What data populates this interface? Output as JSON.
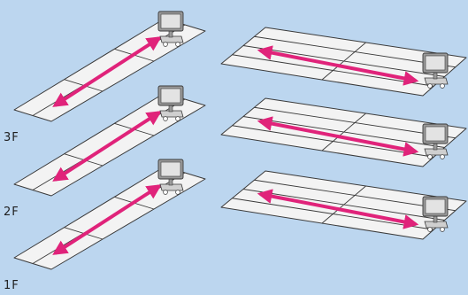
{
  "colors": {
    "background": "#bcd6ef",
    "floor_fill": "#f3f3f3",
    "floor_stroke": "#3a3a3a",
    "arrow": "#e0237a",
    "tv_body": "#9a9a9a",
    "tv_screen": "#e3e3e3",
    "stand": "#cfcfcf"
  },
  "floor_labels": {
    "floor_3": "3F",
    "floor_2": "2F",
    "floor_1": "1F"
  },
  "icons": {
    "monitor": "tv-monitor-icon",
    "stand": "tv-stand-icon",
    "arrow": "double-headed-arrow-icon"
  }
}
